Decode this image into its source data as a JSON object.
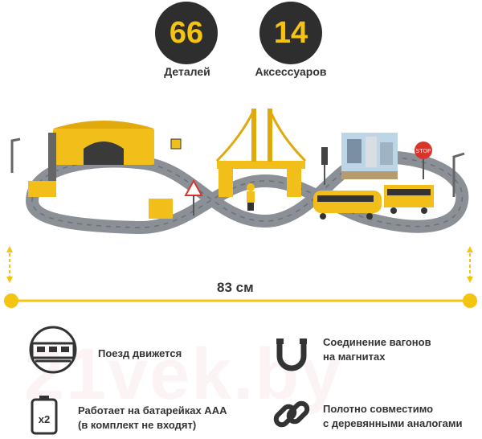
{
  "stats": [
    {
      "value": "66",
      "label": "Деталей"
    },
    {
      "value": "14",
      "label": "Аксессуаров"
    }
  ],
  "dimension": {
    "label": "83 см"
  },
  "features": [
    {
      "icon": "train-icon",
      "lines": [
        "Поезд движется"
      ]
    },
    {
      "icon": "magnet-icon",
      "lines": [
        "Соединение вагонов",
        "на магнитах"
      ]
    },
    {
      "icon": "battery-icon",
      "lines": [
        "Работает на батарейках ААА",
        "(в комплект не входят)"
      ]
    },
    {
      "icon": "chain-link-icon",
      "lines": [
        "Полотно совместимо",
        "с деревянными аналогами"
      ]
    }
  ],
  "battery_badge": "x2",
  "scene_labels": {
    "stop_sign": "STOP"
  },
  "watermark": "21vek.by",
  "colors": {
    "accent": "#f5c311",
    "dark": "#2e2e2e",
    "track": "#8a9096"
  }
}
